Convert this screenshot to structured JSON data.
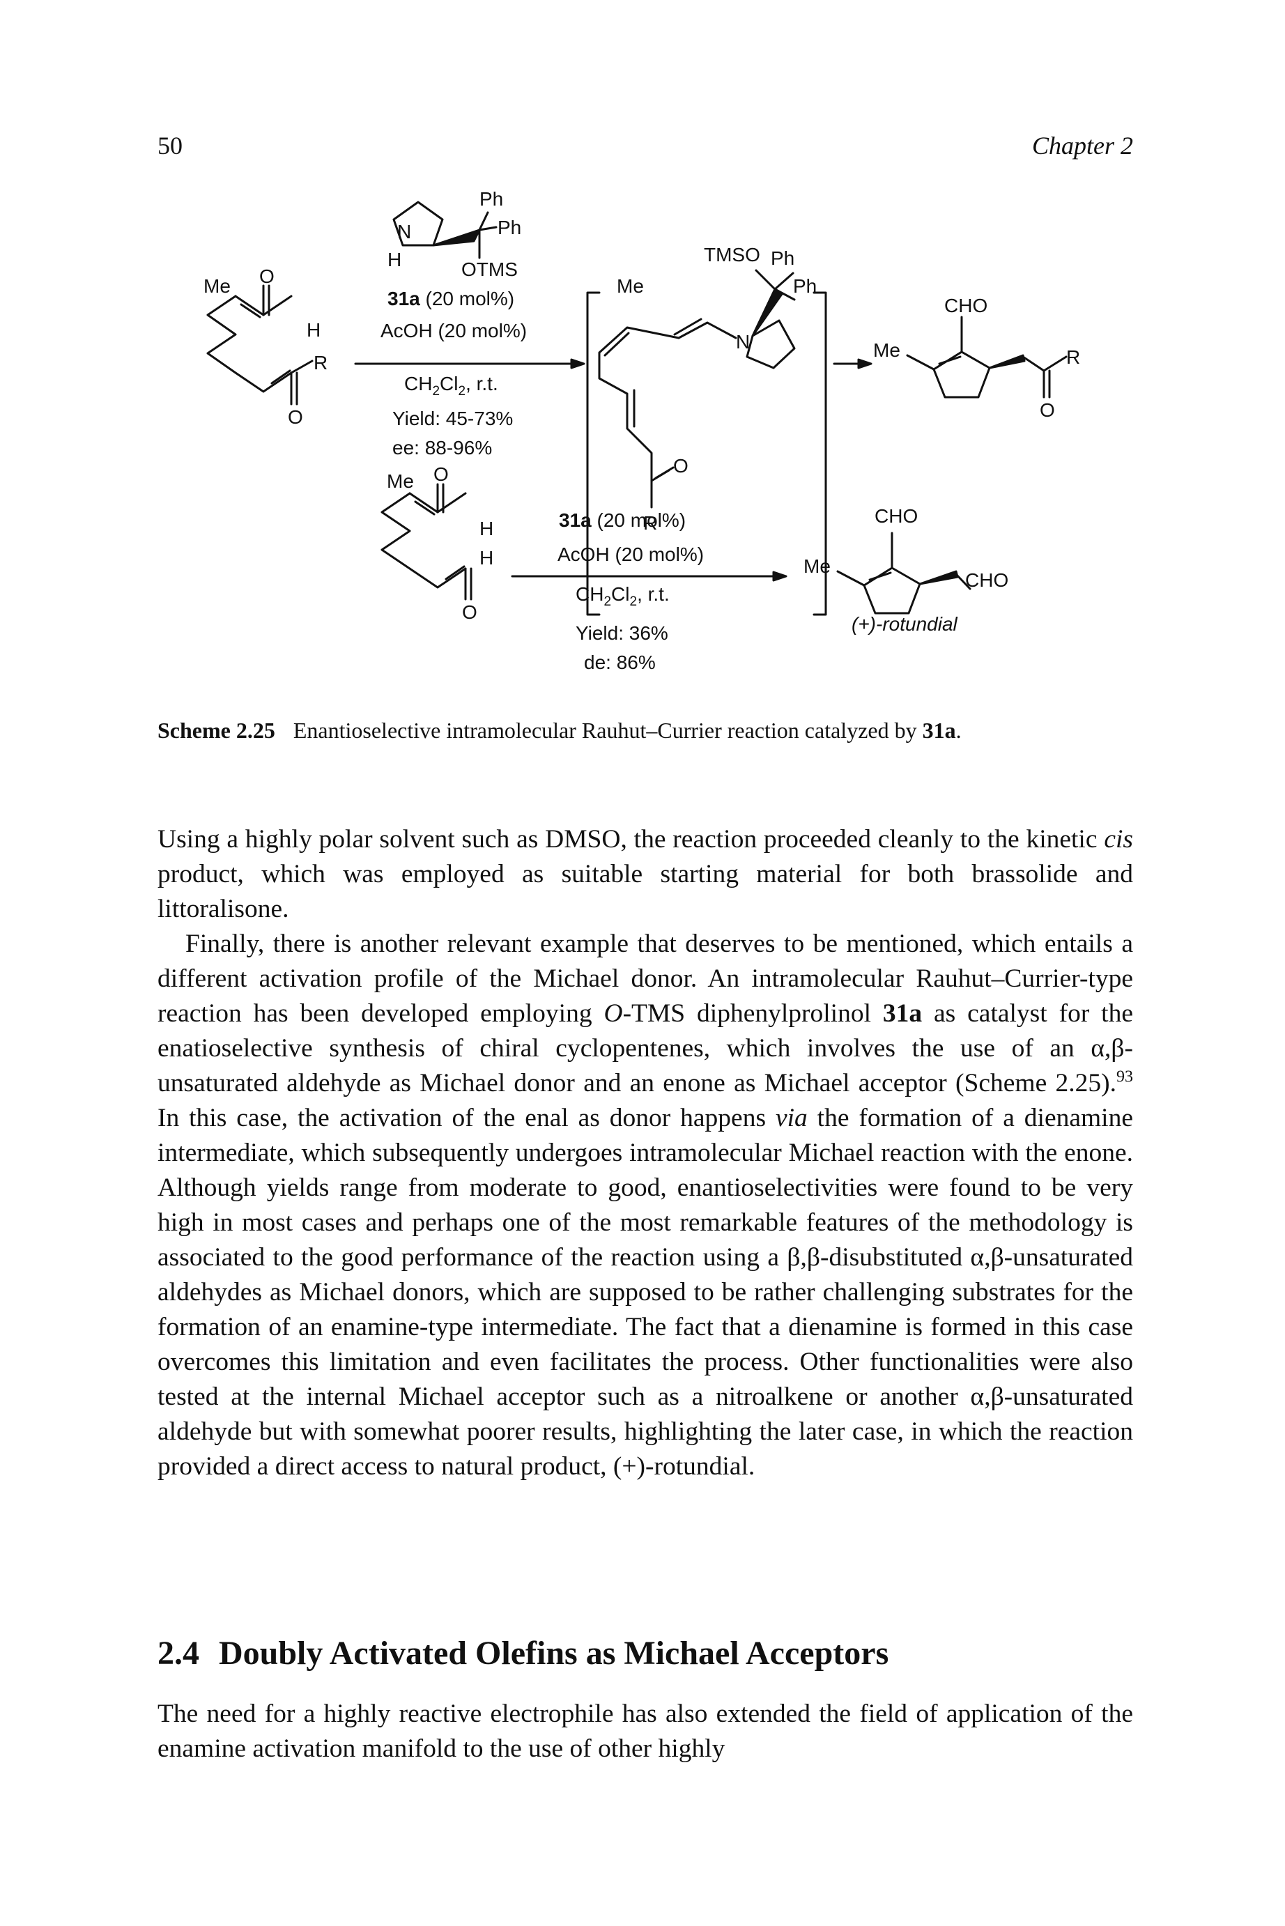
{
  "header": {
    "page_number": "50",
    "running_title": "Chapter 2"
  },
  "scheme": {
    "top": {
      "substrate": {
        "me": "Me",
        "o1": "O",
        "h": "H",
        "r": "R",
        "o2": "O"
      },
      "catalyst": {
        "ph1": "Ph",
        "ph2": "Ph",
        "n": "N",
        "h": "H",
        "otms": "OTMS"
      },
      "cond_catalyst_bold": "31a",
      "cond_catalyst_rest": " (20 mol%)",
      "cond_acid": "AcOH (20 mol%)",
      "cond_solvent_a": "CH",
      "cond_solvent_sub1": "2",
      "cond_solvent_b": "Cl",
      "cond_solvent_sub2": "2",
      "cond_solvent_c": ", r.t.",
      "yield": "Yield: 45-73%",
      "ee": "ee: 88-96%",
      "intermediate": {
        "me": "Me",
        "tmso": "TMSO",
        "ph1": "Ph",
        "ph2": "Ph",
        "n": "N",
        "o": "O",
        "r": "R"
      },
      "product": {
        "cho": "CHO",
        "me": "Me",
        "r": "R",
        "o": "O"
      }
    },
    "bottom": {
      "substrate": {
        "me": "Me",
        "o1": "O",
        "h1": "H",
        "h2": "H",
        "o2": "O"
      },
      "cond_catalyst_bold": "31a",
      "cond_catalyst_rest": " (20 mol%)",
      "cond_acid": "AcOH (20 mol%)",
      "cond_solvent_a": "CH",
      "cond_solvent_sub1": "2",
      "cond_solvent_b": "Cl",
      "cond_solvent_sub2": "2",
      "cond_solvent_c": ", r.t.",
      "yield": "Yield: 36%",
      "de": "de: 86%",
      "product": {
        "cho1": "CHO",
        "me": "Me",
        "cho2": "CHO",
        "name": "(+)-rotundial"
      }
    }
  },
  "caption": {
    "label": "Scheme 2.25",
    "text": "Enantioselective intramolecular Rauhut–Currier reaction catalyzed by ",
    "catalyst": "31a",
    "end": "."
  },
  "paragraphs": {
    "p1": {
      "a": "Using a highly polar solvent such as DMSO, the reaction proceeded cleanly to the kinetic ",
      "cis": "cis",
      "b": " product, which was employed as suitable starting material for both brassolide and littoralisone."
    },
    "p2": {
      "a": "Finally, there is another relevant example that deserves to be mentioned, which entails a different activation profile of the Michael donor. An intramolecular Rauhut–Currier-type reaction has been developed employing ",
      "o": "O",
      "b": "-TMS diphenylprolinol ",
      "cat": "31a",
      "c": " as catalyst for the enatioselective synthesis of chiral cyclopentenes, which involves the use of an α,β-unsaturated aldehyde as Michael donor and an enone as Michael acceptor (Scheme 2.25).",
      "ref": "93",
      "d": " In this case, the activation of the enal as donor happens ",
      "via": "via",
      "e": " the formation of a dienamine intermediate, which subsequently undergoes intramolecular Michael reaction with the enone. Although yields range from moderate to good, enantioselectivities were found to be very high in most cases and perhaps one of the most remarkable features of the methodology is associated to the good performance of the reaction using a β,β-disubstituted α,β-unsaturated aldehydes as Michael donors, which are supposed to be rather challenging substrates for the formation of an enamine-type intermediate. The fact that a dienamine is formed in this case overcomes this limitation and even facilitates the process. Other functionalities were also tested at the internal Michael acceptor such as a nitroalkene or another α,β-unsaturated aldehyde but with somewhat poorer results, highlighting the later case, in which the reaction provided a direct access to natural product, (+)-rotundial."
    },
    "heading": {
      "number": "2.4",
      "title": "Doubly Activated Olefins as Michael Acceptors"
    },
    "p3": "The need for a highly reactive electrophile has also extended the field of application of the enamine activation manifold to the use of other highly"
  }
}
